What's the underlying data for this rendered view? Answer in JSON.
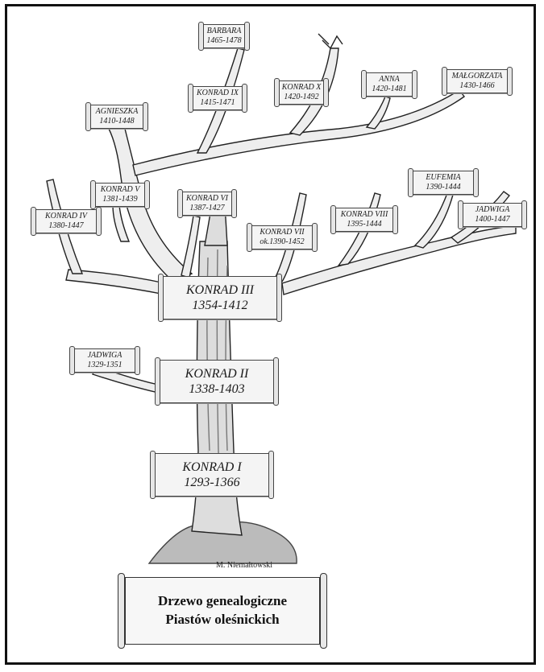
{
  "title": {
    "line1": "Drzewo genealogiczne",
    "line2": "Piastów oleśnickich"
  },
  "artist_signature": "M. Niemałtowski",
  "persons": [
    {
      "id": "barbara",
      "name": "BARBARA",
      "dates": "1465-1478"
    },
    {
      "id": "konrad-ix",
      "name": "KONRAD IX",
      "dates": "1415-1471"
    },
    {
      "id": "konrad-x",
      "name": "KONRAD X",
      "dates": "1420-1492"
    },
    {
      "id": "anna",
      "name": "ANNA",
      "dates": "1420-1481"
    },
    {
      "id": "malgorzata",
      "name": "MAŁGORZATA",
      "dates": "1430-1466"
    },
    {
      "id": "agnieszka",
      "name": "AGNIESZKA",
      "dates": "1410-1448"
    },
    {
      "id": "konrad-v",
      "name": "KONRAD V",
      "dates": "1381-1439"
    },
    {
      "id": "konrad-vi",
      "name": "KONRAD VI",
      "dates": "1387-1427"
    },
    {
      "id": "konrad-iv",
      "name": "KONRAD IV",
      "dates": "1380-1447"
    },
    {
      "id": "konrad-vii",
      "name": "KONRAD VII",
      "dates": "ok.1390-1452"
    },
    {
      "id": "konrad-viii",
      "name": "KONRAD VIII",
      "dates": "1395-1444"
    },
    {
      "id": "eufemia",
      "name": "EUFEMIA",
      "dates": "1390-1444"
    },
    {
      "id": "jadwiga-1400",
      "name": "JADWIGA",
      "dates": "1400-1447"
    },
    {
      "id": "konrad-iii",
      "name": "KONRAD III",
      "dates": "1354-1412"
    },
    {
      "id": "jadwiga-1329",
      "name": "JADWIGA",
      "dates": "1329-1351"
    },
    {
      "id": "konrad-ii",
      "name": "KONRAD II",
      "dates": "1338-1403"
    },
    {
      "id": "konrad-i",
      "name": "KONRAD I",
      "dates": "1293-1366"
    }
  ]
}
